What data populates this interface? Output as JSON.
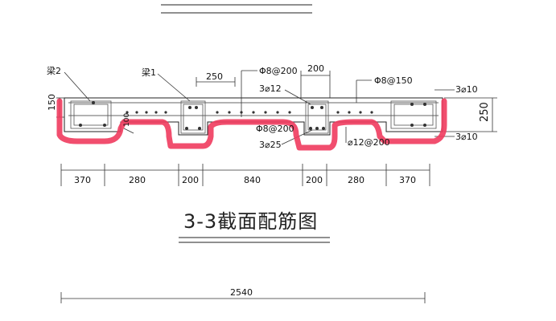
{
  "title": "3-3截面配筋图",
  "beam_labels": {
    "beam2": "梁2",
    "beam1": "梁1"
  },
  "rebar_labels": {
    "top_stirrup": "Φ8@200",
    "top_bar_1": "3⌀12",
    "top_dist": "Φ8@150",
    "right_top": "3⌀10",
    "mid_dist": "Φ8@200",
    "bottom_bar": "3⌀25",
    "bottom_right": "⌀12@200",
    "right_bottom": "3⌀10"
  },
  "dims_top": {
    "d250": "250",
    "d200": "200"
  },
  "dims_side": {
    "left_150": "150",
    "right_250": "250",
    "small_100": "100"
  },
  "dims_bottom": [
    "370",
    "280",
    "200",
    "840",
    "200",
    "280",
    "370"
  ],
  "overall_dim": "2540",
  "colors": {
    "markup": "#ef3b5e",
    "line": "#222222"
  }
}
